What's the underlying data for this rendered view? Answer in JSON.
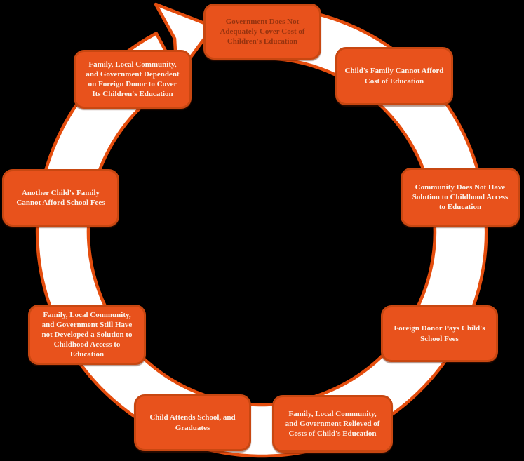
{
  "diagram": {
    "type": "cycle",
    "direction": "clockwise",
    "nodes": [
      {
        "id": "government-funding-gap",
        "label": "Government Does Not\nAdequately Cover Cost of\nChildren's Education",
        "emphasis": "dark"
      },
      {
        "id": "family-cannot-afford",
        "label": "Child's Family Cannot Afford\nCost of Education",
        "emphasis": "normal"
      },
      {
        "id": "community-no-solution",
        "label": "Community Does Not Have\nSolution to Childhood Access\nto Education",
        "emphasis": "normal"
      },
      {
        "id": "foreign-donor-pays",
        "label": "Foreign Donor Pays Child's\nSchool Fees",
        "emphasis": "normal"
      },
      {
        "id": "costs-relieved",
        "label": "Family, Local Community,\nand Government Relieved of\nCosts of Child's Education",
        "emphasis": "normal"
      },
      {
        "id": "child-graduates",
        "label": "Child Attends School, and\nGraduates",
        "emphasis": "normal"
      },
      {
        "id": "no-solution-developed",
        "label": "Family, Local Community,\nand Government Still Have\nnot Developed a Solution to\nChildhood Access to\nEducation",
        "emphasis": "normal"
      },
      {
        "id": "another-family-cannot-afford",
        "label": "Another Child's Family\nCannot Afford School Fees",
        "emphasis": "normal"
      },
      {
        "id": "dependent-on-donor",
        "label": "Family, Local Community,\nand Government Dependent\non Foreign Donor to Cover\nIts Children's Education",
        "emphasis": "normal"
      }
    ]
  },
  "colors": {
    "background": "#000000",
    "node_fill": "#E8521C",
    "node_border": "#C84711",
    "node_text": "#FBF3EC",
    "node_text_dark": "#96330F",
    "ring_fill": "#FFFFFF",
    "ring_stroke": "#E44D0E"
  }
}
